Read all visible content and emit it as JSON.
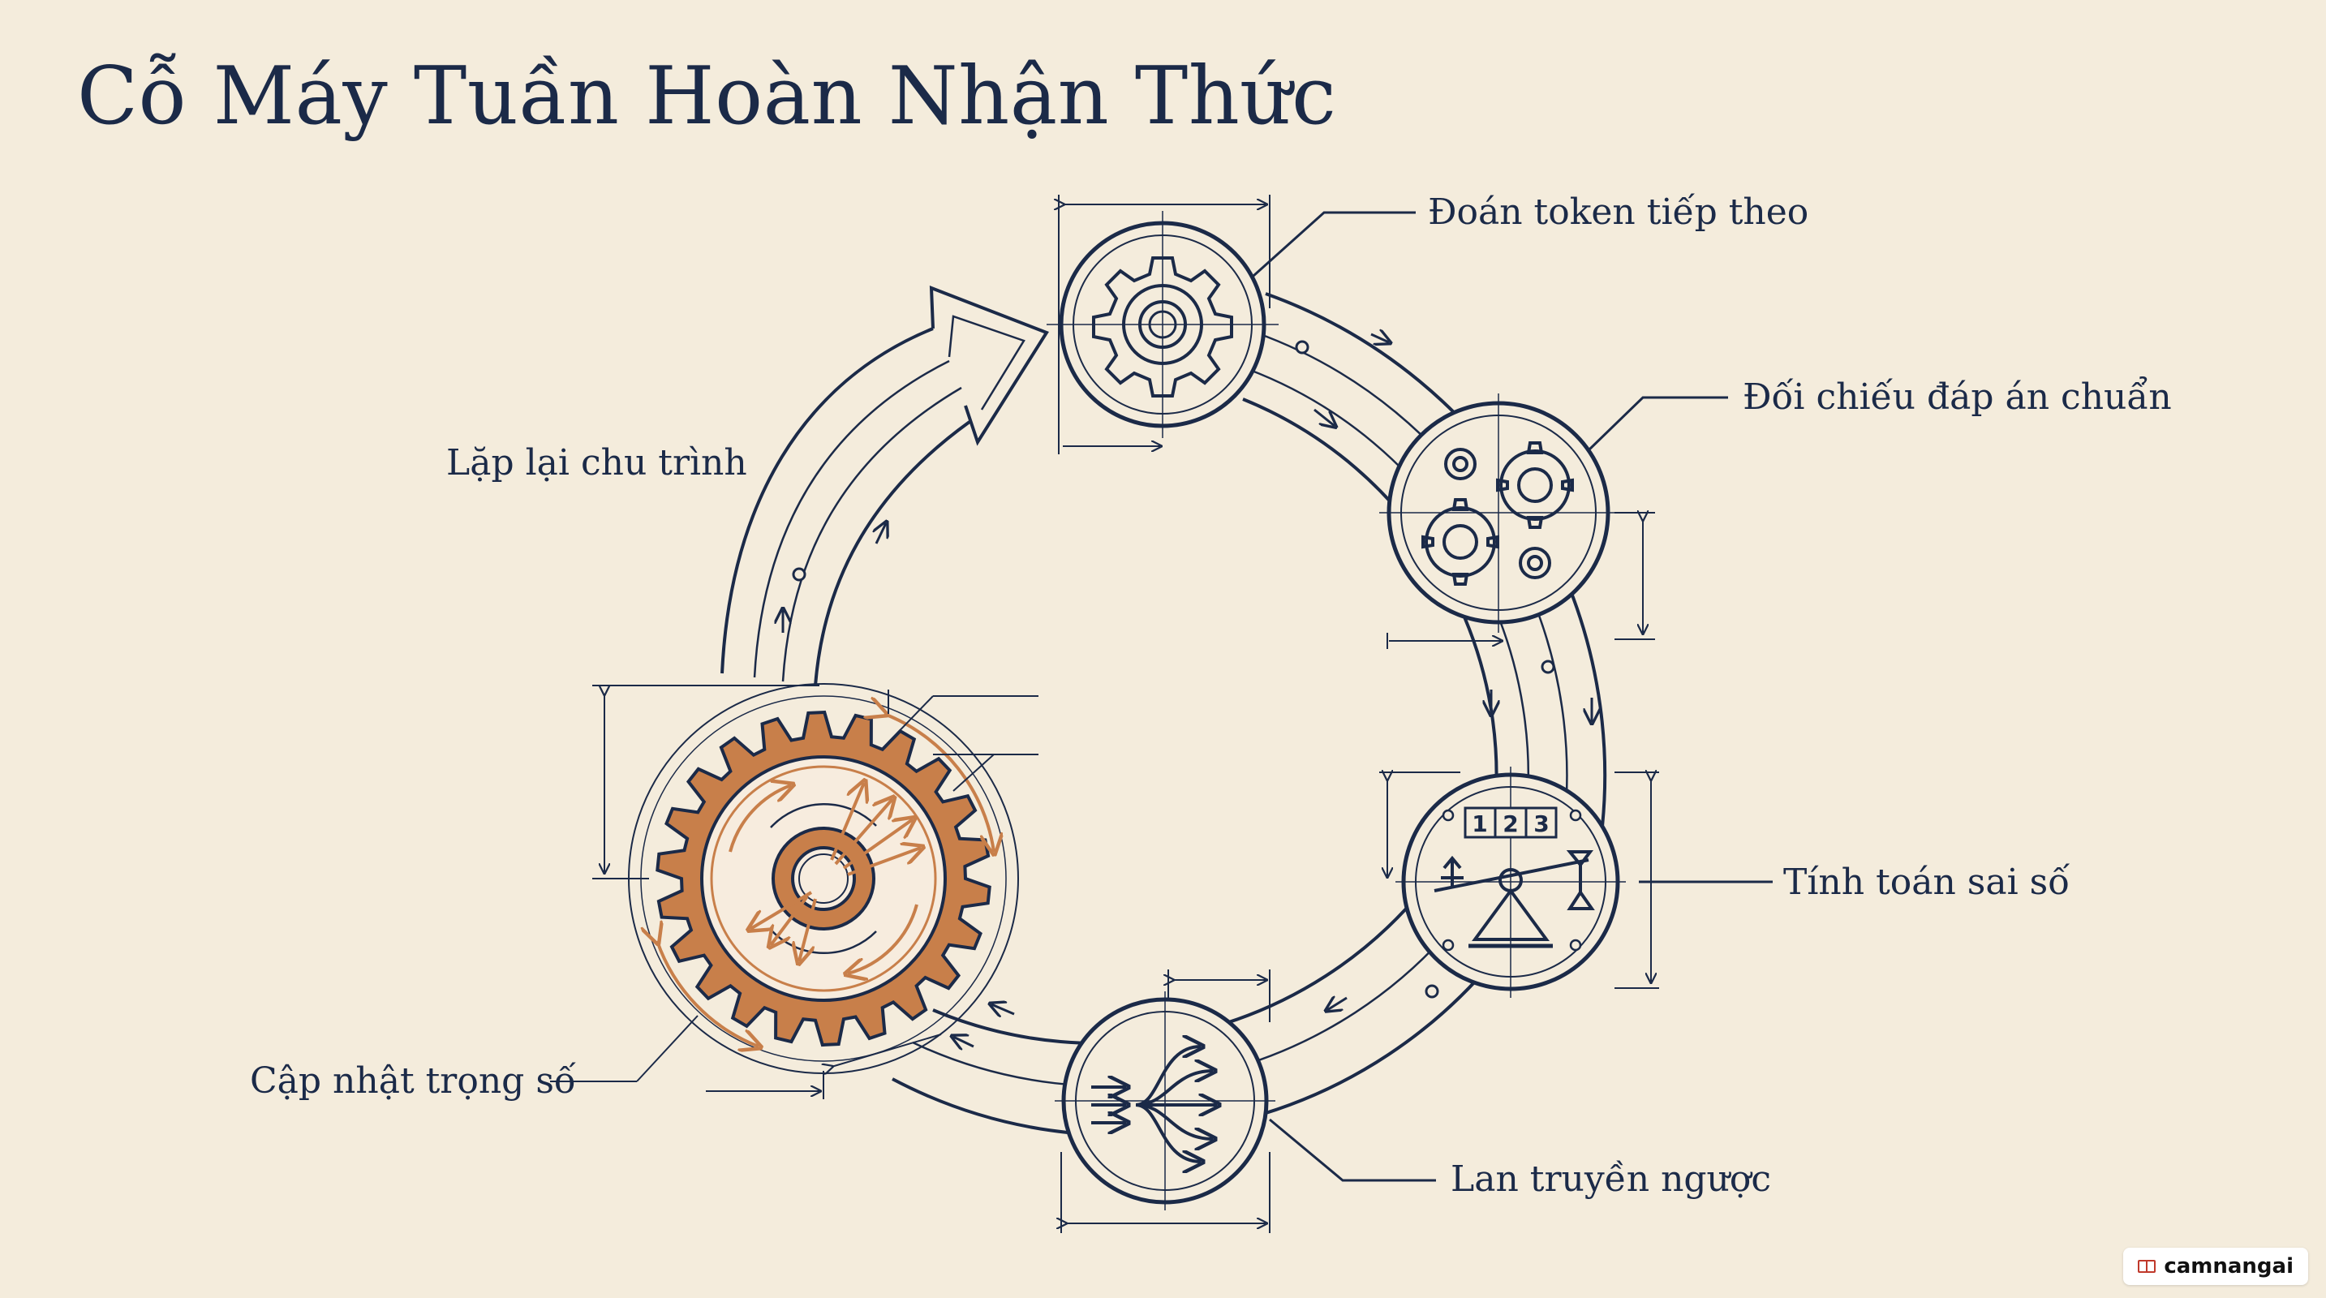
{
  "title": "Cỗ Máy Tuần Hoàn Nhận Thức",
  "steps": [
    {
      "id": "predict",
      "label": "Đoán token tiếp theo",
      "icon": "gear-icon"
    },
    {
      "id": "compare",
      "label": "Đối chiếu đáp án chuẩn",
      "icon": "gears-icon"
    },
    {
      "id": "error",
      "label": "Tính toán sai số",
      "icon": "balance-icon"
    },
    {
      "id": "backprop",
      "label": "Lan truyền ngược",
      "icon": "branching-arrows-icon"
    },
    {
      "id": "update",
      "label": "Cập nhật trọng số",
      "icon": "copper-gear-icon"
    }
  ],
  "loop_label": "Lặp lại chu trình",
  "counter_digits": [
    "1",
    "2",
    "3"
  ],
  "watermark": "camnangai",
  "colors": {
    "ink": "#1b2a48",
    "copper": "#c87f4a",
    "background": "#f4ecdc"
  }
}
